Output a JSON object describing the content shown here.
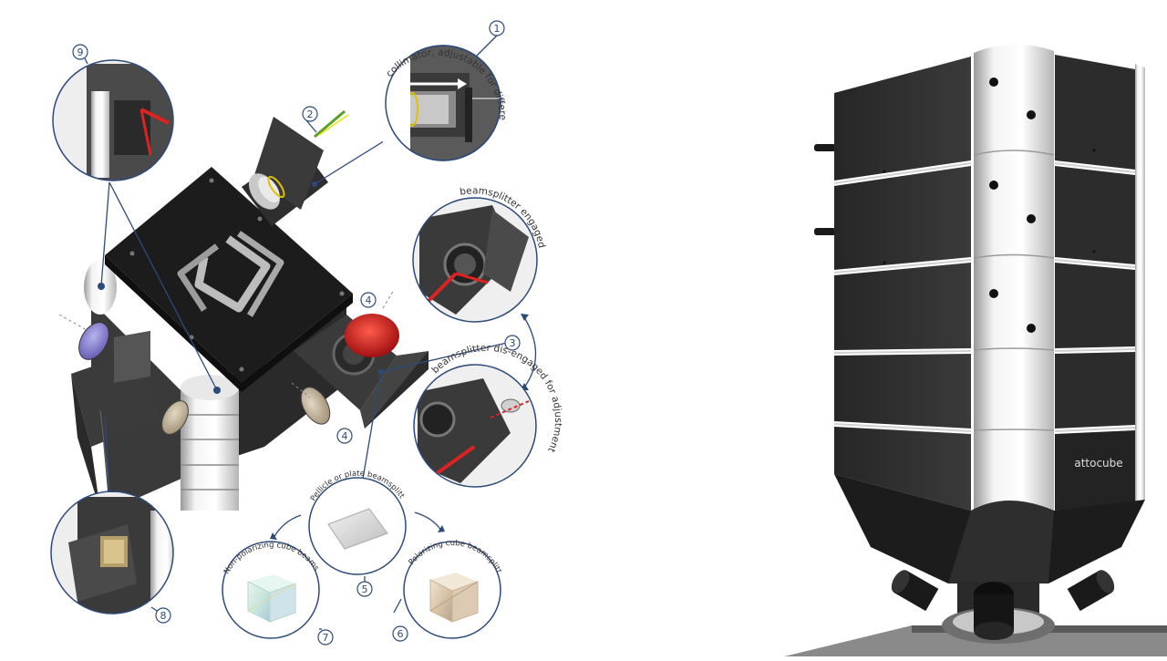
{
  "diagram": {
    "callout_numbers": [
      "1",
      "2",
      "3",
      "4",
      "4",
      "5",
      "6",
      "7",
      "8",
      "9"
    ],
    "labels": {
      "collimator": "collimator, adjustable for different wavelengths",
      "bs_engaged": "beamsplitter engaged",
      "bs_disengaged": "beamsplitter dis-engaged for adjustment",
      "pellicle": "Pellicle or plate beamsplitter",
      "nonpol_cube": "Non-polarizing cube beamsplitter",
      "pol_cube": "Polarizing cube beamsplitter"
    }
  },
  "device": {
    "brand": "attocube"
  },
  "colors": {
    "callout_line": "#2c4a7a",
    "housing_dark": "#2a2a2a",
    "panel_silver": "#e6e6e6",
    "laser_red": "#cc2222",
    "fiber_green": "#55aa22"
  }
}
